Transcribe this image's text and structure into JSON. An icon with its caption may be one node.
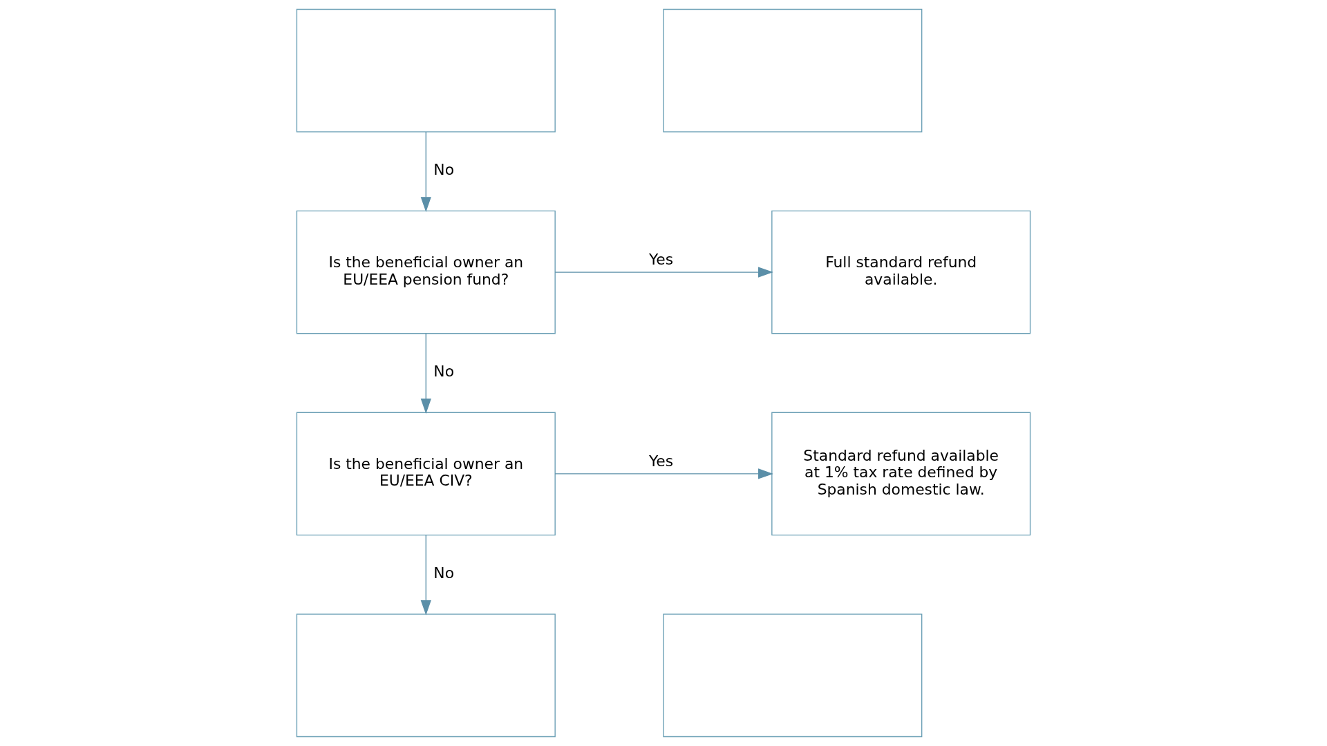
{
  "diagram": {
    "nodes": [
      {
        "text": [],
        "shape": "box"
      },
      {
        "text": [],
        "shape": "box"
      },
      {
        "text": [
          "Is the beneficial owner an EU/EEA pension fund?"
        ]
      },
      {
        "text": [
          "Full standard refund available."
        ]
      },
      {
        "text": [
          "Is the beneficial owner an EU/EEA CIV?"
        ]
      },
      {
        "text": [
          "Standard refund available at 1% tax rate defined by Spanish domestic law."
        ]
      },
      {
        "text": [],
        "shape": "box"
      },
      {
        "text": [],
        "shape": "box"
      }
    ],
    "edges": [
      {
        "from": 0,
        "to": 2,
        "arrow": "to",
        "label": "No"
      },
      {
        "from": 2,
        "to": 3,
        "arrow": "to",
        "label": "Yes"
      },
      {
        "from": 2,
        "to": 4,
        "arrow": "to",
        "label": "No"
      },
      {
        "from": 4,
        "to": 5,
        "arrow": "to",
        "label": "Yes"
      },
      {
        "from": 4,
        "to": 6,
        "arrow": "to",
        "label": "No"
      }
    ]
  }
}
